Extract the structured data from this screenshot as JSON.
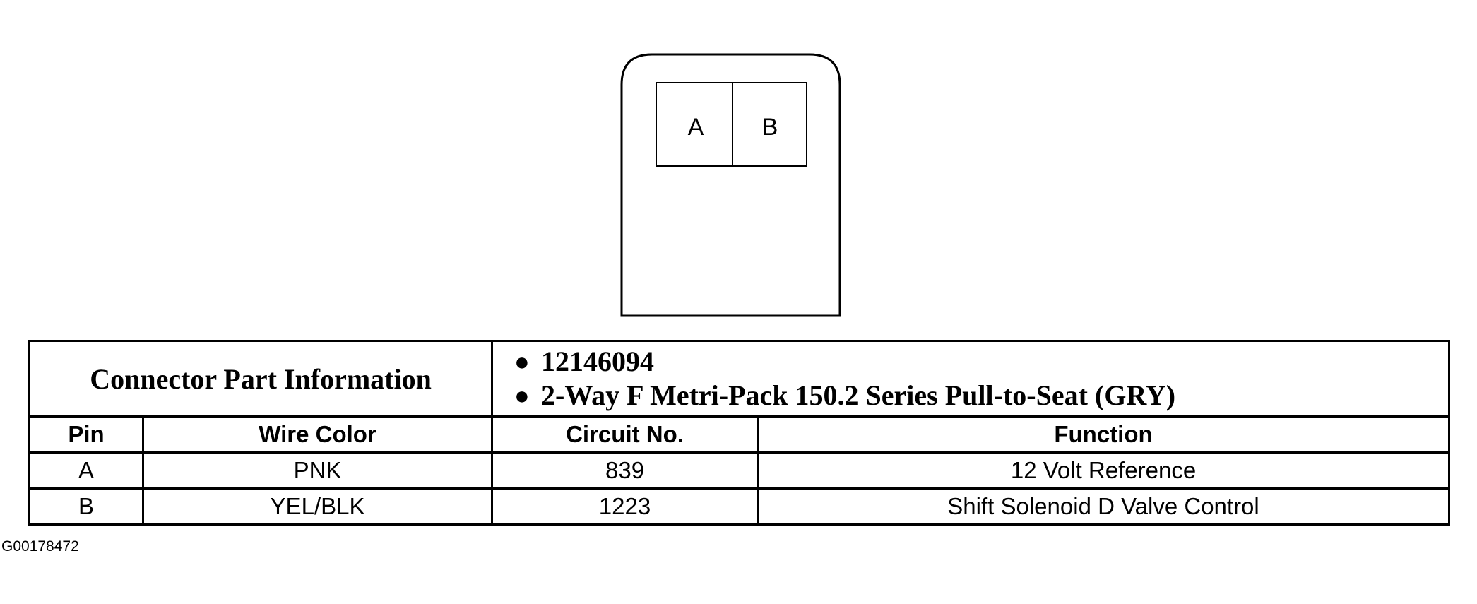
{
  "connector": {
    "pins": [
      "A",
      "B"
    ]
  },
  "table": {
    "part_info_label": "Connector Part Information",
    "part_info_items": [
      "12146094",
      "2-Way F Metri-Pack 150.2 Series Pull-to-Seat (GRY)"
    ],
    "headers": {
      "pin": "Pin",
      "wire_color": "Wire Color",
      "circuit_no": "Circuit No.",
      "function": "Function"
    },
    "rows": [
      {
        "pin": "A",
        "wire_color": "PNK",
        "circuit_no": "839",
        "function": "12 Volt Reference"
      },
      {
        "pin": "B",
        "wire_color": "YEL/BLK",
        "circuit_no": "1223",
        "function": "Shift Solenoid D Valve Control"
      }
    ]
  },
  "figure_id": "G00178472"
}
